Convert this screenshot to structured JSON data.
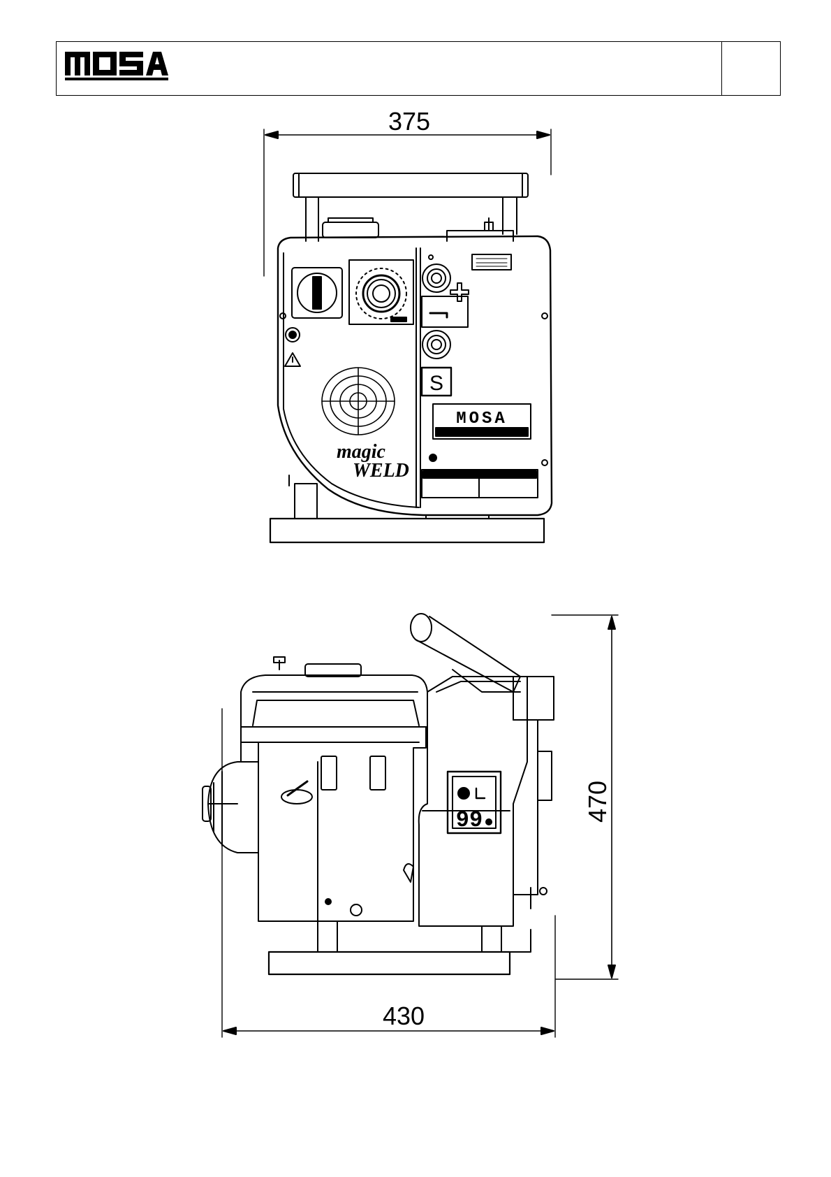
{
  "header": {
    "brand": "MOSA",
    "right_cell": ""
  },
  "front_view": {
    "width_dimension": "375",
    "model_name_line1": "magic",
    "model_name_line2": "WELD",
    "socket_symbol": "S",
    "panel_brand": "MOSA"
  },
  "side_view": {
    "length_dimension": "430",
    "height_dimension": "470",
    "display_value": "99"
  }
}
